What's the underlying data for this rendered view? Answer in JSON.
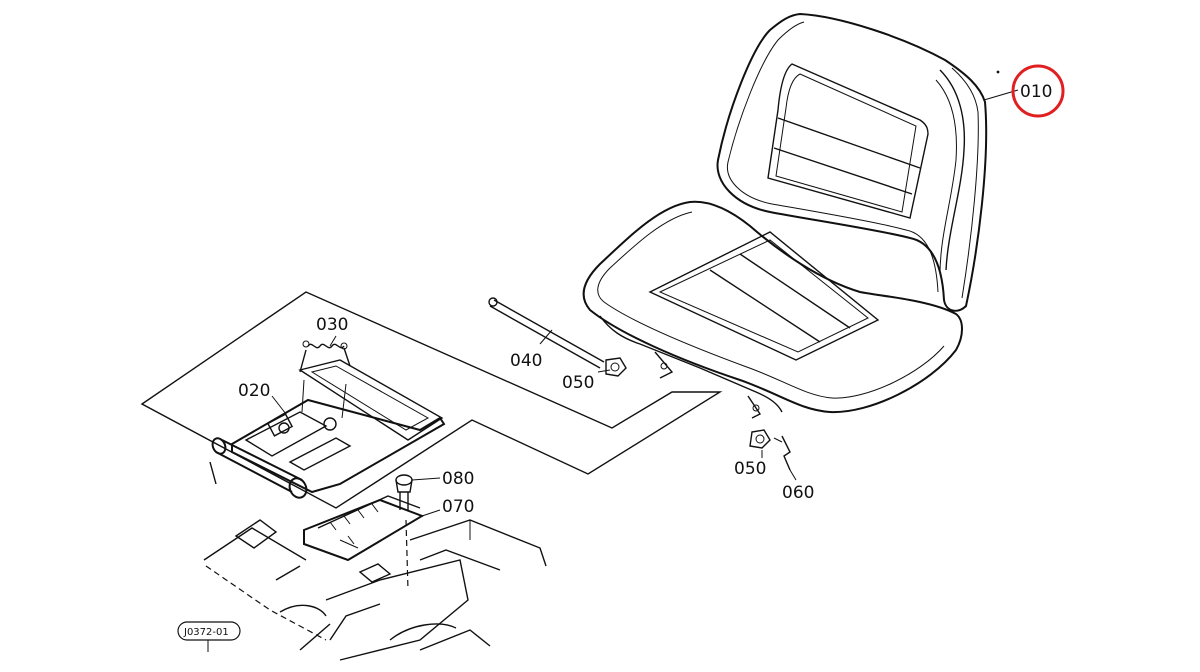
{
  "parts": {
    "p010": "010",
    "p020": "020",
    "p030": "030",
    "p040": "040",
    "p050a": "050",
    "p050b": "050",
    "p060": "060",
    "p070": "070",
    "p080": "080"
  },
  "diagram_code": "J0372-01",
  "highlight": {
    "part": "010",
    "color": "#e02020"
  }
}
